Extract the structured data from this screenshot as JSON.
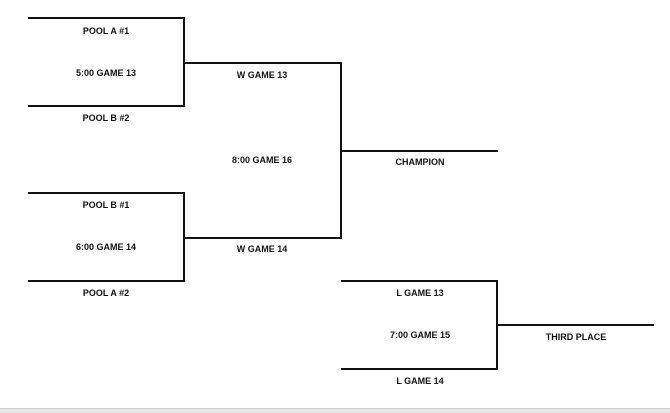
{
  "bracket": {
    "game13": {
      "top_team": "POOL A #1",
      "slot": "5:00 GAME 13",
      "bottom_team": "POOL B #2"
    },
    "game14": {
      "top_team": "POOL B #1",
      "slot": "6:00 GAME 14",
      "bottom_team": "POOL A #2"
    },
    "game16": {
      "top_team": "W GAME 13",
      "slot": "8:00 GAME 16",
      "bottom_team": "W GAME 14",
      "result": "CHAMPION"
    },
    "game15": {
      "top_team": "L GAME 13",
      "slot": "7:00 GAME 15",
      "bottom_team": "L GAME 14",
      "result": "THIRD PLACE"
    }
  }
}
